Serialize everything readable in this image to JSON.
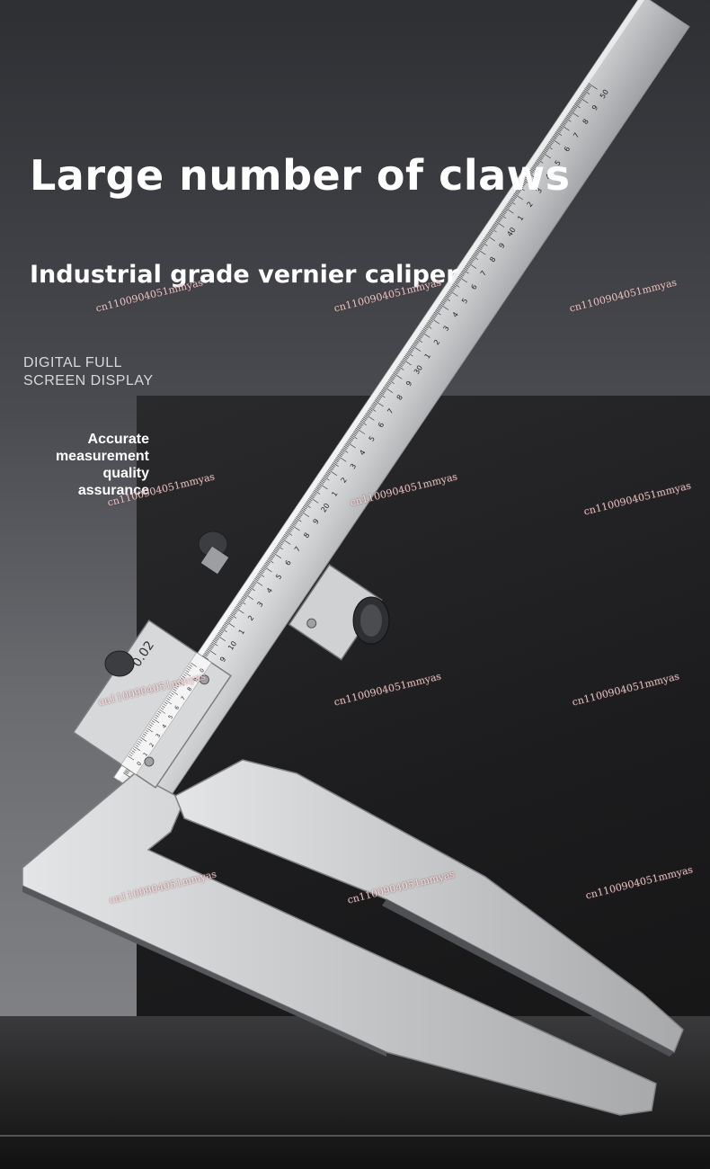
{
  "headline": "Large number of claws",
  "subheadline": "Industrial grade vernier caliper",
  "features": {
    "display_lines": [
      "DIGITAL FULL",
      "SCREEN DISPLAY"
    ],
    "accuracy_lines": [
      "Accurate",
      "measurement",
      "quality",
      "assurance"
    ]
  },
  "caliper": {
    "resolution_label": "0.02",
    "scale_numbers": [
      "0",
      "1",
      "2",
      "3",
      "4",
      "5",
      "6",
      "7",
      "8",
      "9",
      "10",
      "1",
      "2",
      "3",
      "4",
      "5",
      "6",
      "7",
      "8",
      "9",
      "20",
      "1",
      "2",
      "3",
      "4",
      "5",
      "6",
      "7",
      "8",
      "9",
      "30",
      "1",
      "2",
      "3",
      "4",
      "5",
      "6",
      "7",
      "8",
      "9",
      "40",
      "1",
      "2",
      "3",
      "4",
      "5",
      "6",
      "7",
      "8",
      "9",
      "50"
    ],
    "vernier_numbers": [
      "0",
      "1",
      "2",
      "3",
      "4",
      "5",
      "6",
      "7",
      "8",
      "9",
      "0"
    ]
  },
  "watermarks": [
    "cn1100904051mmyas",
    "cn1100904051mmyas",
    "cn1100904051mmyas",
    "cn1100904051mmyas",
    "cn1100904051mmyas",
    "cn1100904051mmyas",
    "cn1100904051mmyas",
    "cn1100904051mmyas",
    "cn1100904051mmyas",
    "cn1100904051mmyas",
    "cn1100904051mmyas",
    "cn1100904051mmyas"
  ],
  "colors": {
    "steel_light": "#e9eaeb",
    "steel_mid": "#b9bbbd",
    "steel_dark": "#6d6f72",
    "text_white": "#ffffff"
  }
}
